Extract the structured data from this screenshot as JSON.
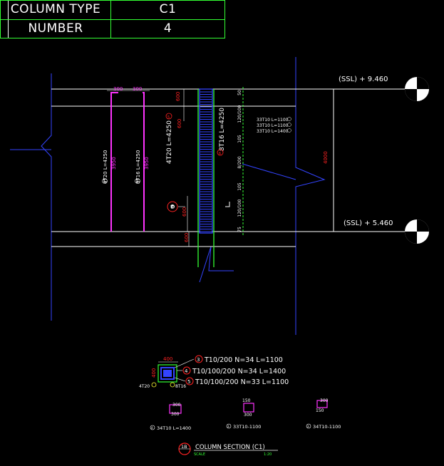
{
  "table": {
    "column_type_label": "COLUMN TYPE",
    "column_type_value": "C1",
    "number_label": "NUMBER",
    "number_value": "4"
  },
  "levels": {
    "top": "(SSL) + 9.460",
    "bottom": "(SSL) + 5.460",
    "height": "4000"
  },
  "elevation": {
    "slab_width_1": "300",
    "slab_width_2": "300",
    "bar_4t20": "4T20 L=4250",
    "bar_4t20_len": "3950",
    "bar_8t16": "8T16 L=4250",
    "bar_8t16_len": "3950",
    "main_4t20": "4T20 L=4250",
    "main_8t16": "8T16 L=4250",
    "dim_top": "600",
    "dim_mid": "600",
    "dim_bot": "600",
    "lap_dim": "600",
    "small_mark": "1B",
    "link_schedule": [
      "33T10 L=1100",
      "33T10 L=1100",
      "33T10 L=1400"
    ],
    "link_spacing": [
      "50",
      "120/100",
      "105",
      "8/200",
      "105",
      "120/100",
      "75"
    ],
    "mark_1": "1",
    "mark_2": "2",
    "mark_5": "5",
    "mark_6": "6"
  },
  "section": {
    "width": "400",
    "depth": "400",
    "bar_left": "4T20",
    "bar_right": "8T16",
    "mark_l": "1",
    "mark_r": "2",
    "notes": [
      {
        "mark": "3",
        "text": "T10/200 N=34 L=1100"
      },
      {
        "mark": "4",
        "text": "T10/100/200 N=34 L=1400"
      },
      {
        "mark": "5",
        "text": "T10/100/200 N=33 L=1100"
      }
    ]
  },
  "details": [
    {
      "mark": "4",
      "label": "34T10 L=1400",
      "d1": "300",
      "d2": "300"
    },
    {
      "mark": "3",
      "label": "33T10-1100",
      "d1": "150",
      "d2": "300"
    },
    {
      "mark": "3",
      "label": "34T10-1100",
      "d1": "300",
      "d2": "150"
    }
  ],
  "title_block": {
    "mark": "1B",
    "title": "COLUMN SECTION (C1)",
    "scale_label": "SCALE",
    "scale_value": "1:20"
  },
  "colors": {
    "bg": "#000000",
    "white": "#ffffff",
    "green": "#33ff33",
    "blue": "#3344ff",
    "magenta": "#ff33ff",
    "red": "#ff2222"
  }
}
